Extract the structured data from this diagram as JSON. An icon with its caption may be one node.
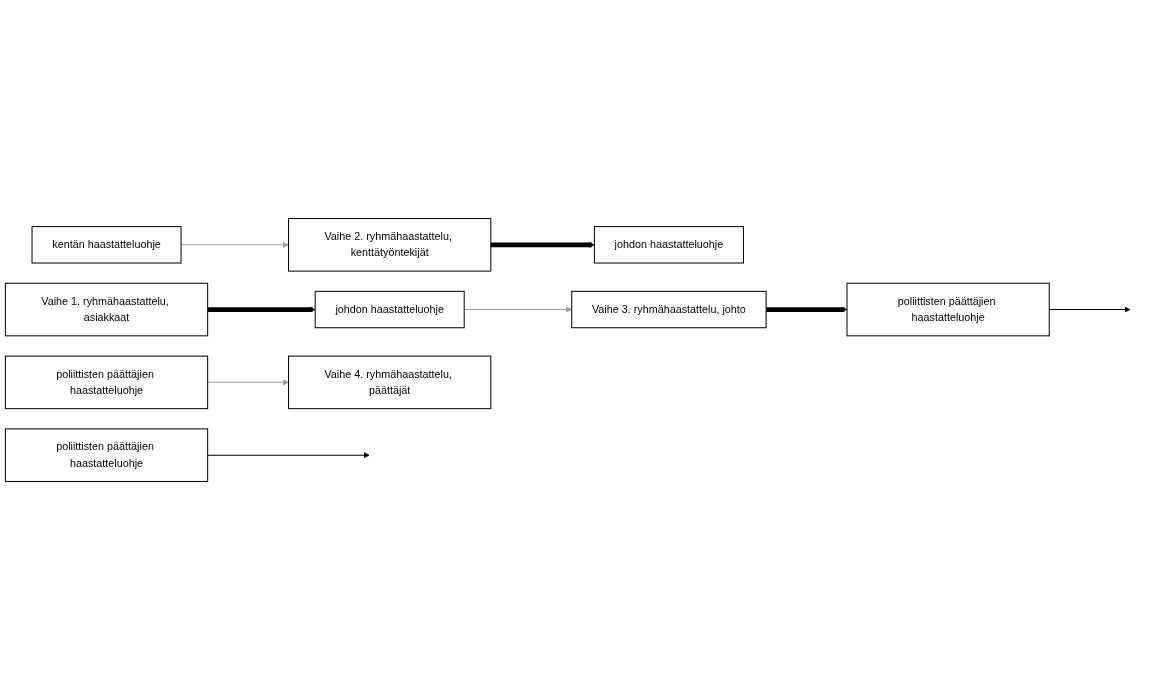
{
  "diagram": {
    "nodes": [
      {
        "text": [
          "Vaihe 1. ryhmähaastattelu, asiakkaat"
        ]
      },
      {
        "text": [
          "kentän haastatteluohje"
        ]
      },
      {
        "text": [
          "johdon haastatteluohje"
        ]
      },
      {
        "text": [
          "poliittisten päättäjien haastatteluohje"
        ]
      },
      {
        "text": [
          "Vaihe 2. ryhmähaastattelu, kenttätyöntekijät"
        ]
      },
      {
        "text": [
          "johdon haastatteluohje"
        ]
      },
      {
        "text": [
          "poliittisten päättäjien haastatteluohje"
        ]
      },
      {
        "text": [
          "Vaihe 3. ryhmähaastattelu, johto"
        ]
      },
      {
        "text": [
          "poliittisten päättäjien haastatteluohje"
        ]
      },
      {
        "text": [
          "Vaihe 4. ryhmähaastattelu, päättäjät"
        ]
      }
    ],
    "edges": [
      {
        "from": 0,
        "to": 2,
        "arrow": "to",
        "style": "thick"
      },
      {
        "from": 4,
        "to": 5,
        "arrow": "to",
        "style": "thick"
      },
      {
        "from": 6,
        "to": null,
        "arrow": "to"
      },
      {
        "from": 7,
        "to": 8,
        "arrow": "to",
        "style": "thick"
      },
      {
        "from": 8,
        "to": null,
        "arrow": "to"
      },
      {
        "from": 1,
        "to": 4,
        "arrow": "to",
        "color": "#999999"
      },
      {
        "from": 2,
        "to": 7,
        "arrow": "to",
        "color": "#999999"
      },
      {
        "from": 3,
        "to": 9,
        "arrow": "to",
        "color": "#999999"
      }
    ]
  }
}
